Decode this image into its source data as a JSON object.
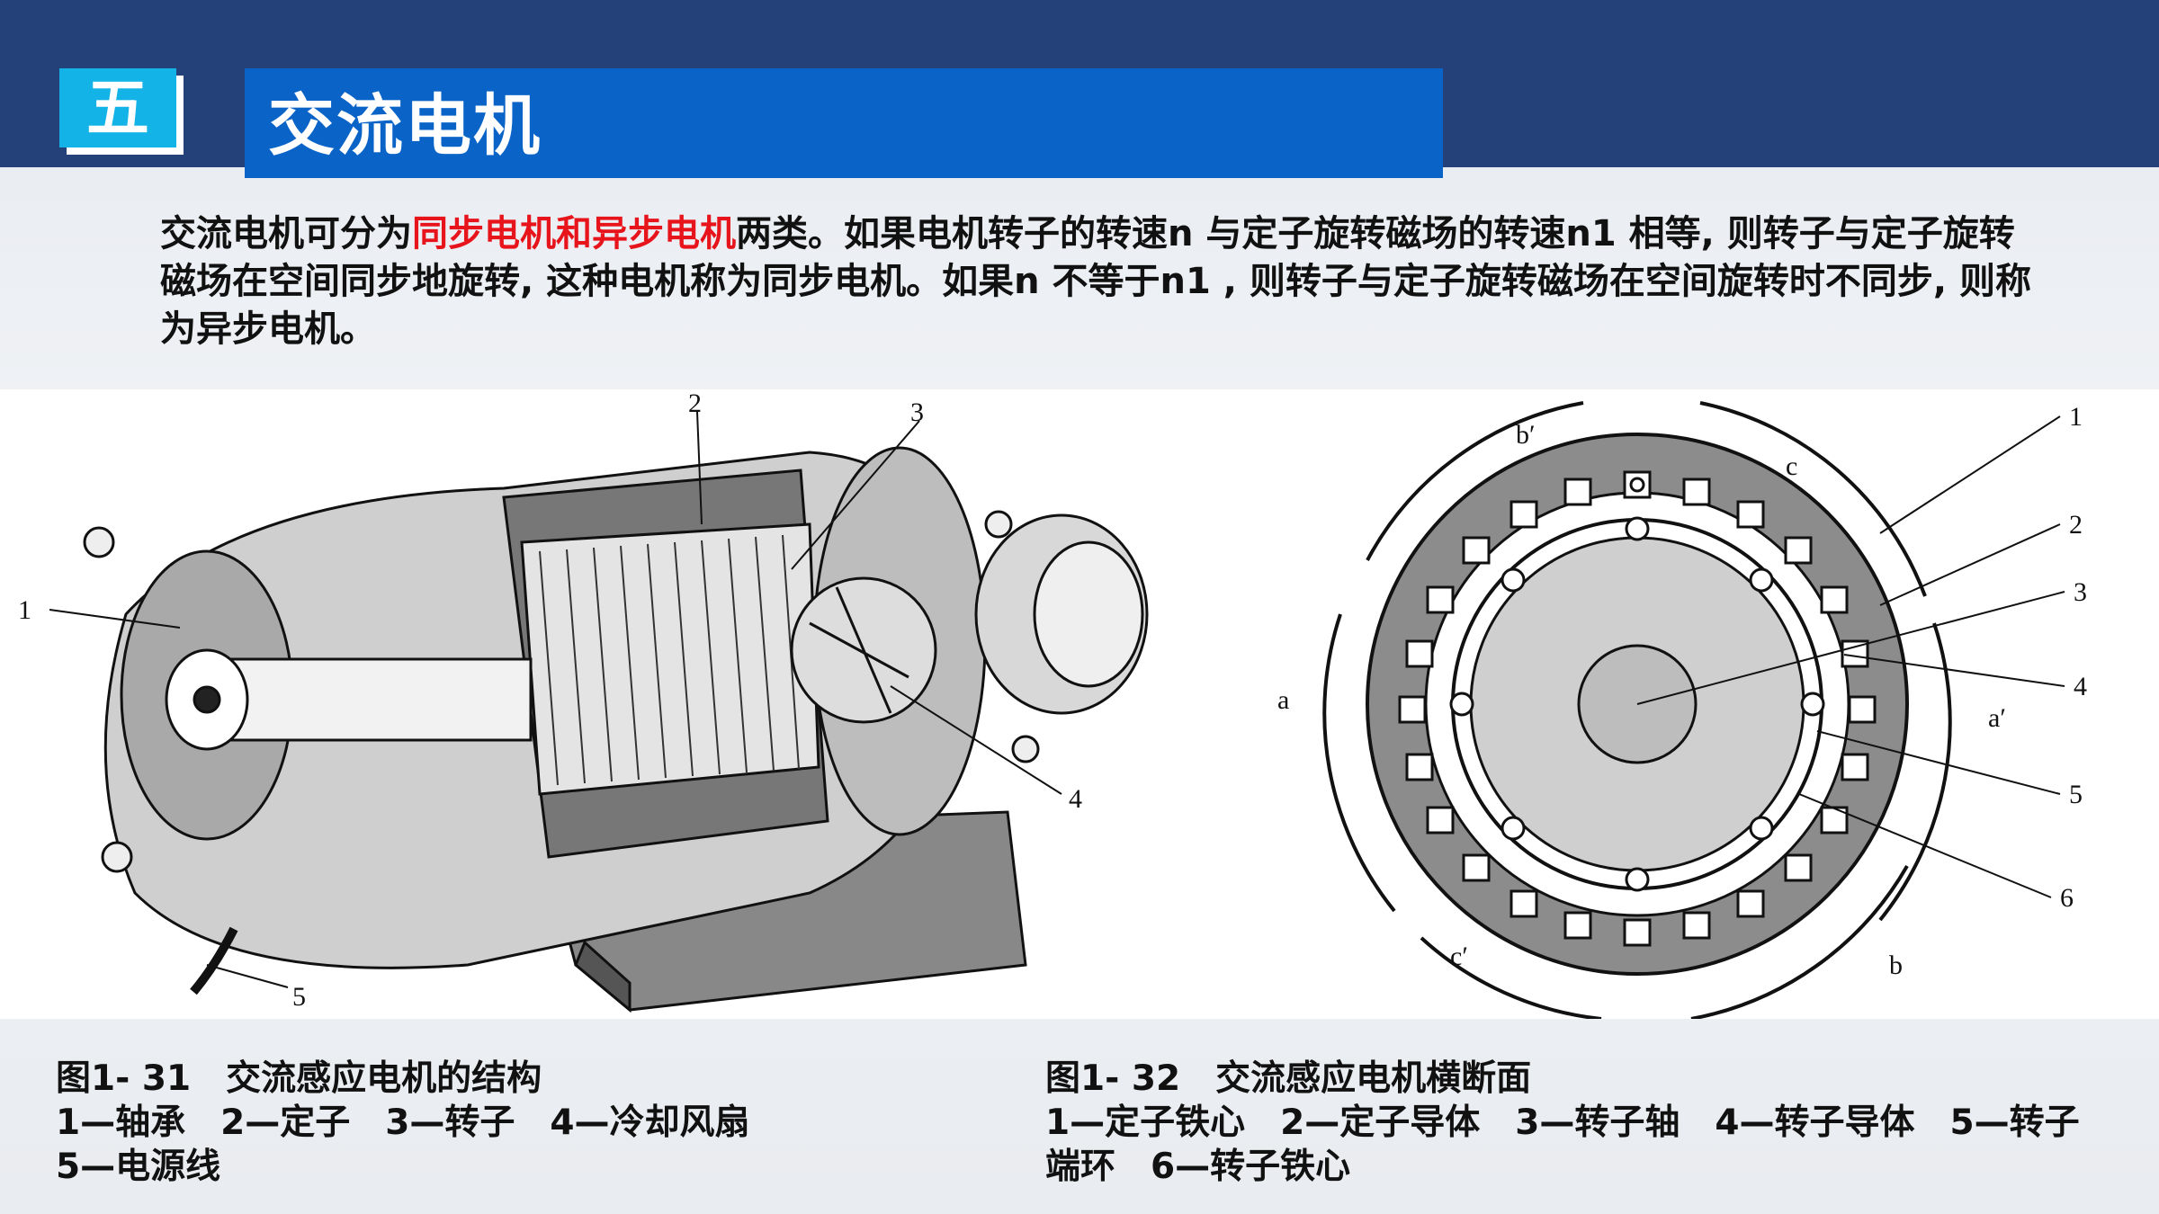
{
  "header": {
    "section_number": "五",
    "title": "交流电机"
  },
  "intro": {
    "part1": "交流电机可分为",
    "highlight": "同步电机和异步电机",
    "part2": "两类。如果电机转子的转速n 与定子旋转磁场的转速n1 相等, 则转子与定子旋转磁场在空间同步地旋转, 这种电机称为同步电机。如果n 不等于n1 , 则转子与定子旋转磁场在空间旋转时不同步, 则称为异步电机。",
    "highlight_color": "#e8141b"
  },
  "figure_left": {
    "caption_title": "图1- 31　交流感应电机的结构",
    "legend_line1": "1—轴承　2—定子　3—转子　4—冷却风扇",
    "legend_line2": "5—电源线",
    "labels": [
      "1",
      "2",
      "3",
      "4",
      "5"
    ]
  },
  "figure_right": {
    "caption_title": "图1- 32　交流感应电机横断面",
    "legend": "1—定子铁心　2—定子导体　3—转子轴　4—转子导体　5—转子端环　6—转子铁心",
    "labels": [
      "1",
      "2",
      "3",
      "4",
      "5",
      "6"
    ],
    "phase_labels": [
      "b′",
      "c",
      "a",
      "a′",
      "c′",
      "b"
    ]
  },
  "colors": {
    "top_band": "#25417a",
    "title_bar": "#0a64c8",
    "number_box": "#13b3e8",
    "stator_core": "#8c8c8c",
    "rotor_core": "#cfcfcf"
  }
}
